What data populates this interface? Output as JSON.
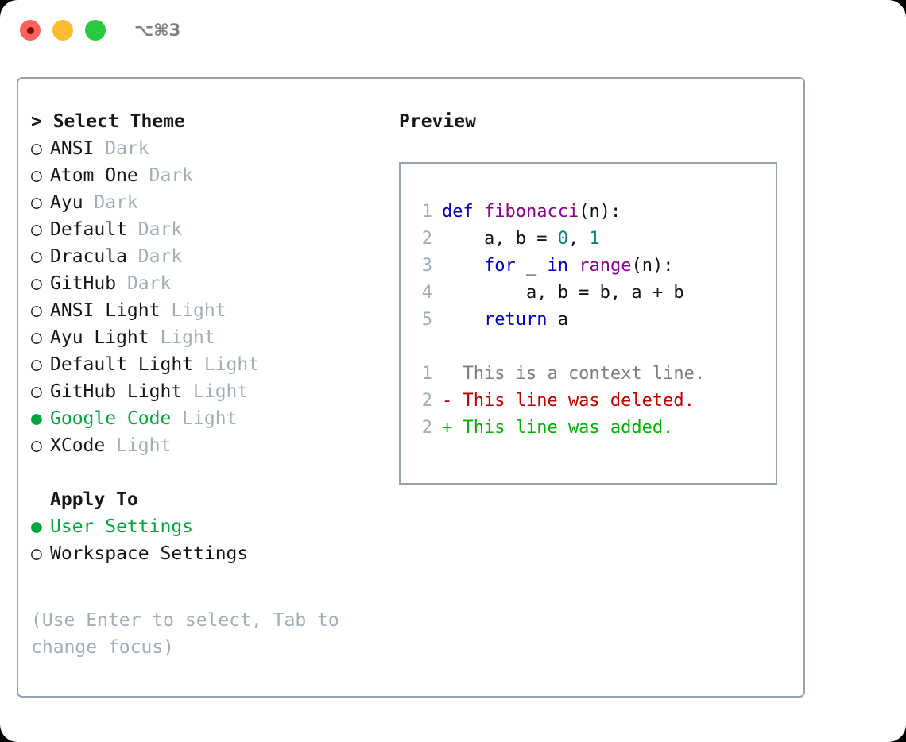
{
  "window": {
    "shortcut_label": "⌥⌘3",
    "traffic_lights": [
      "close-red",
      "minimize-yellow",
      "maximize-green"
    ]
  },
  "theme_panel": {
    "heading": "> Select Theme",
    "bullet_empty": "○",
    "bullet_filled": "●",
    "items": [
      {
        "name": "ANSI",
        "tag": "Dark",
        "selected": false
      },
      {
        "name": "Atom One",
        "tag": "Dark",
        "selected": false
      },
      {
        "name": "Ayu",
        "tag": "Dark",
        "selected": false
      },
      {
        "name": "Default",
        "tag": "Dark",
        "selected": false
      },
      {
        "name": "Dracula",
        "tag": "Dark",
        "selected": false
      },
      {
        "name": "GitHub",
        "tag": "Dark",
        "selected": false
      },
      {
        "name": "ANSI Light",
        "tag": "Light",
        "selected": false
      },
      {
        "name": "Ayu Light",
        "tag": "Light",
        "selected": false
      },
      {
        "name": "Default Light",
        "tag": "Light",
        "selected": false
      },
      {
        "name": "GitHub Light",
        "tag": "Light",
        "selected": false
      },
      {
        "name": "Google Code",
        "tag": "Light",
        "selected": true
      },
      {
        "name": "XCode",
        "tag": "Light",
        "selected": false
      }
    ]
  },
  "apply_to": {
    "heading": "Apply To",
    "items": [
      {
        "name": "User Settings",
        "selected": true
      },
      {
        "name": "Workspace Settings",
        "selected": false
      }
    ]
  },
  "hint": "(Use Enter to select, Tab to change focus)",
  "preview": {
    "heading": "Preview",
    "code_lines": [
      {
        "no": "1",
        "tokens": [
          {
            "t": "def",
            "c": "kw"
          },
          {
            "t": " ",
            "c": "plain"
          },
          {
            "t": "fibonacci",
            "c": "fn"
          },
          {
            "t": "(n):",
            "c": "punct"
          }
        ]
      },
      {
        "no": "2",
        "tokens": [
          {
            "t": "    a, b = ",
            "c": "plain"
          },
          {
            "t": "0",
            "c": "num"
          },
          {
            "t": ", ",
            "c": "plain"
          },
          {
            "t": "1",
            "c": "num"
          }
        ]
      },
      {
        "no": "3",
        "tokens": [
          {
            "t": "    ",
            "c": "plain"
          },
          {
            "t": "for",
            "c": "kw"
          },
          {
            "t": " _ ",
            "c": "plain"
          },
          {
            "t": "in",
            "c": "kw"
          },
          {
            "t": " ",
            "c": "plain"
          },
          {
            "t": "range",
            "c": "fn"
          },
          {
            "t": "(n):",
            "c": "punct"
          }
        ]
      },
      {
        "no": "4",
        "tokens": [
          {
            "t": "        a, b = b, a + b",
            "c": "plain"
          }
        ]
      },
      {
        "no": "5",
        "tokens": [
          {
            "t": "    ",
            "c": "plain"
          },
          {
            "t": "return",
            "c": "kw"
          },
          {
            "t": " a",
            "c": "plain"
          }
        ]
      }
    ],
    "diff_lines": [
      {
        "no": "1",
        "marker": "  ",
        "text": "This is a context line.",
        "kind": "ctx"
      },
      {
        "no": "2",
        "marker": "- ",
        "text": "This line was deleted.",
        "kind": "del"
      },
      {
        "no": "2",
        "marker": "+ ",
        "text": "This line was added.",
        "kind": "add"
      }
    ]
  },
  "colors": {
    "accent_green": "#00a63e",
    "muted_gray": "#a3adba",
    "border": "#97a2b0",
    "keyword_blue": "#0000c0",
    "function_purple": "#8e008e",
    "number_teal": "#00847f",
    "diff_delete_red": "#c00000",
    "diff_add_green": "#00b300",
    "diff_context_gray": "#7d7d7d"
  }
}
